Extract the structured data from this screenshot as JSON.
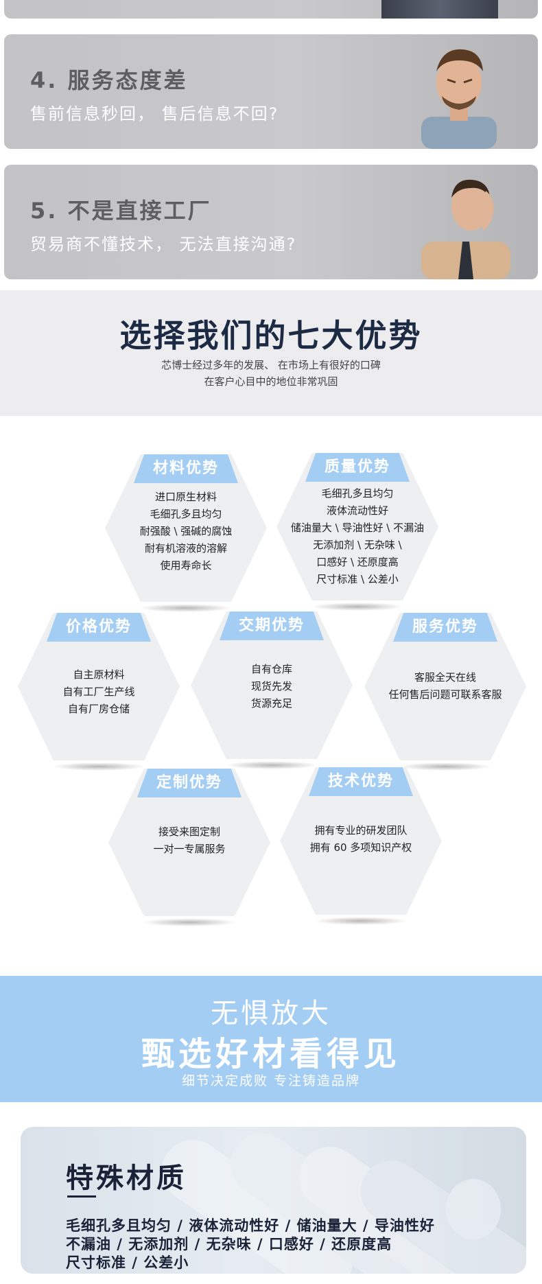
{
  "problems": [
    {
      "title": "4. 服务态度差",
      "desc": "售前信息秒回， 售后信息不回?"
    },
    {
      "title": "5. 不是直接工厂",
      "desc": "贸易商不懂技术， 无法直接沟通?"
    }
  ],
  "advantages_header": {
    "title": "选择我们的七大优势",
    "line1": "芯博士经过多年的发展、 在市场上有很好的口碑",
    "line2": "在客户心目中的地位非常巩固"
  },
  "advantages": [
    {
      "tag": "材料优势",
      "lines": [
        "进口原生材料",
        "毛细孔多且均匀",
        "耐强酸 \\ 强碱的腐蚀",
        "耐有机溶液的溶解",
        "使用寿命长"
      ]
    },
    {
      "tag": "质量优势",
      "lines": [
        "毛细孔多且均匀",
        "液体流动性好",
        "储油量大 \\ 导油性好 \\ 不漏油",
        "无添加剂 \\ 无杂味 \\",
        "口感好 \\ 还原度高",
        "尺寸标准 \\ 公差小"
      ]
    },
    {
      "tag": "价格优势",
      "lines": [
        "自主原材料",
        "自有工厂生产线",
        "自有厂房仓储"
      ]
    },
    {
      "tag": "交期优势",
      "lines": [
        "自有仓库",
        "现货先发",
        "货源充足"
      ]
    },
    {
      "tag": "服务优势",
      "lines": [
        "客服全天在线",
        "任何售后问题可联系客服"
      ]
    },
    {
      "tag": "定制优势",
      "lines": [
        "接受来图定制",
        "一对一专属服务"
      ]
    },
    {
      "tag": "技术优势",
      "lines": [
        "拥有专业的研发团队",
        "拥有 60 多项知识产权"
      ]
    }
  ],
  "zoom_banner": {
    "line1": "无惧放大",
    "line2": "甄选好材看得见",
    "line3": "细节决定成败 专注铸造品牌"
  },
  "material": {
    "title": "特殊材质",
    "lines": [
      "毛细孔多且均匀 / 液体流动性好 / 储油量大 / 导油性好",
      "不漏油 / 无添加剂 / 无杂味 / 口感好 / 还原度高",
      "尺寸标准 / 公差小"
    ]
  },
  "colors": {
    "accent": "#a3cdf3",
    "dark_text": "#1d2a44",
    "card_bg": "#c6c6c8"
  }
}
